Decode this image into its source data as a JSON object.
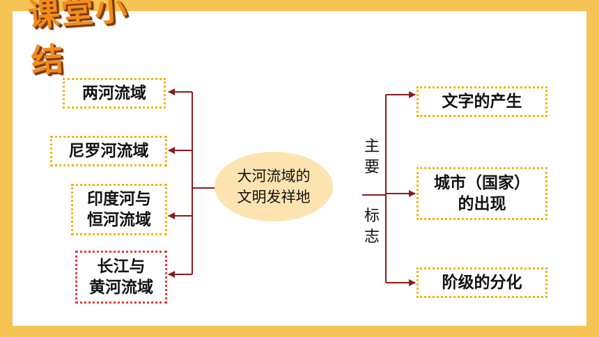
{
  "title": "课堂小结",
  "center": "大河流域的\n文明发祥地",
  "left_items": [
    {
      "label": "两河流域"
    },
    {
      "label": "尼罗河流域"
    },
    {
      "label": "印度河与\n恒河流域"
    },
    {
      "label": "长江与\n黄河流域"
    }
  ],
  "middle_label_top": "主\n要",
  "middle_label_bottom": "标\n志",
  "right_items": [
    {
      "label": "文字的产生"
    },
    {
      "label": "城市（国家）\n的出现"
    },
    {
      "label": "阶级的分化"
    }
  ],
  "colors": {
    "frame": "#F6C454",
    "connector": "#8B1A1A",
    "box_border": "#F2B400",
    "highlight_border": "#E53935",
    "oval_fill": "#FCE3B0",
    "title": "#F28C1A"
  }
}
